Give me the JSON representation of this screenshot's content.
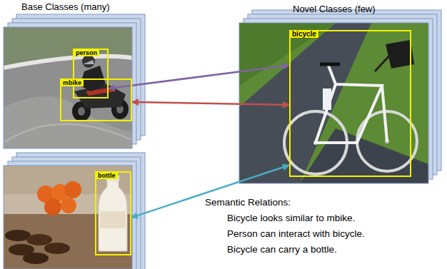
{
  "diagram": {
    "nodes": [
      {
        "text": [
          "person"
        ]
      },
      {
        "text": [
          "mbike"
        ]
      },
      {
        "text": [
          "bicycle"
        ]
      },
      {
        "text": [
          "bottle"
        ]
      }
    ],
    "edges": [
      {
        "from": 2,
        "to": 0,
        "arrow": "both"
      },
      {
        "from": 2,
        "to": 1,
        "arrow": "both"
      },
      {
        "from": 2,
        "to": 3,
        "arrow": "both"
      }
    ],
    "labels": [
      "Base Classes (many)",
      "Novel Classes (few)",
      "Semantic Relations:",
      "Bicycle looks similar to mbike.",
      "Person can interact with bicycle.",
      "Bicycle can carry a bottle."
    ]
  }
}
